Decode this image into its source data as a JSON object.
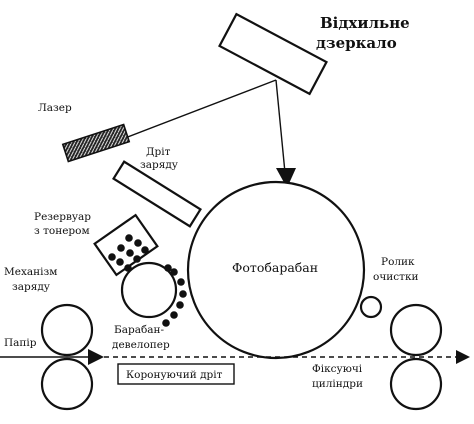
{
  "labels": {
    "mirror_line1": "Відхильне",
    "mirror_line2": "дзеркало",
    "laser": "Лазер",
    "charge_wire_line1": "Дріт",
    "charge_wire_line2": "заряду",
    "toner_reservoir_line1": "Резервуар",
    "toner_reservoir_line2": "з тонером",
    "drum": "Фотобарабан",
    "cleaning_roller_line1": "Ролик",
    "cleaning_roller_line2": "очистки",
    "charge_mechanism_line1": "Механізм",
    "charge_mechanism_line2": "заряду",
    "paper": "Папір",
    "developer_line1": "Барабан-",
    "developer_line2": "девелопер",
    "corona_wire": "Коронуючий дріт",
    "fuser_line1": "Фіксуючі",
    "fuser_line2": "циліндри"
  }
}
